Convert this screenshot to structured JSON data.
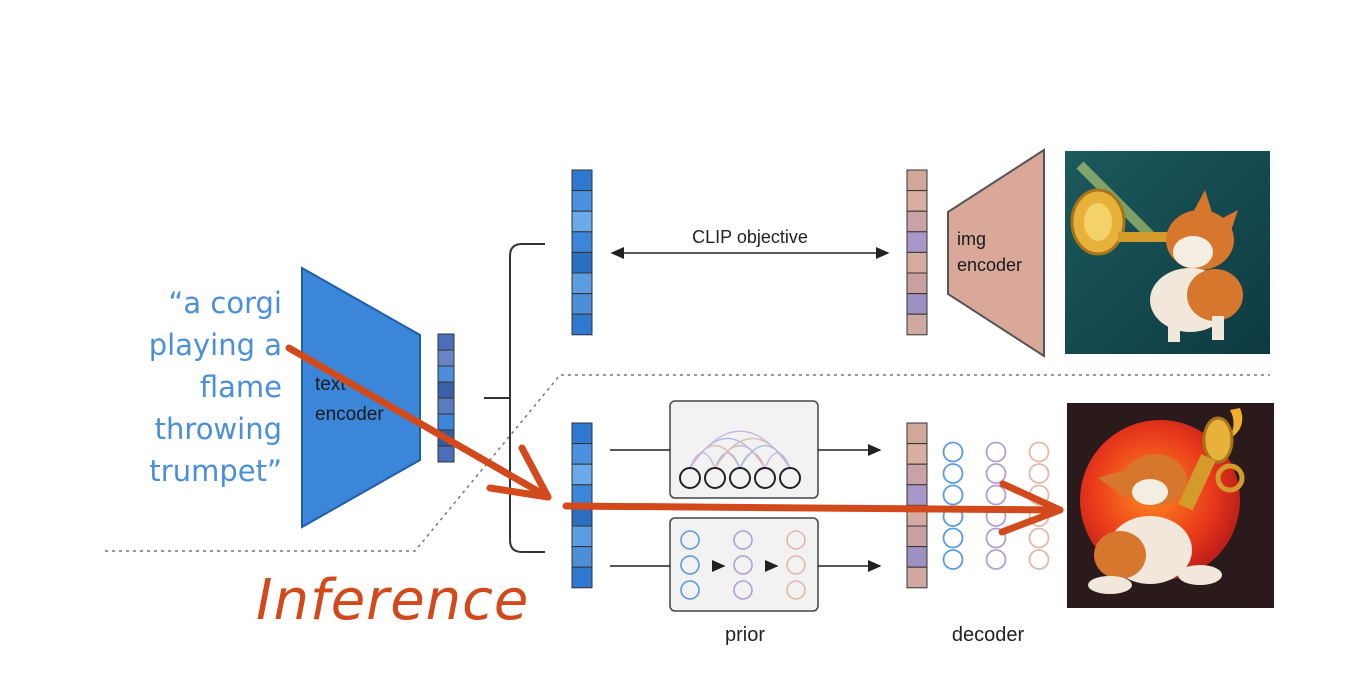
{
  "prompt_lines": [
    "“a corgi",
    "playing a",
    "flame",
    "throwing",
    "trumpet”"
  ],
  "labels": {
    "text_encoder": [
      "text",
      "encoder"
    ],
    "img_encoder": [
      "img",
      "encoder"
    ],
    "clip_objective": "CLIP objective",
    "prior": "prior",
    "decoder": "decoder"
  },
  "annotation": "Inference",
  "images": {
    "top": "corgi-trumpet-teal-image",
    "bottom": "corgi-trumpet-red-image"
  },
  "colors": {
    "text_encoder": "#3b86d9",
    "img_encoder": "#d9a898",
    "prompt": "#4a8fd8",
    "annotation": "#d2491c",
    "prior_blue": "#5b9be0",
    "prior_purple": "#b39fd4",
    "decoder_peach": "#e3b8a8"
  }
}
